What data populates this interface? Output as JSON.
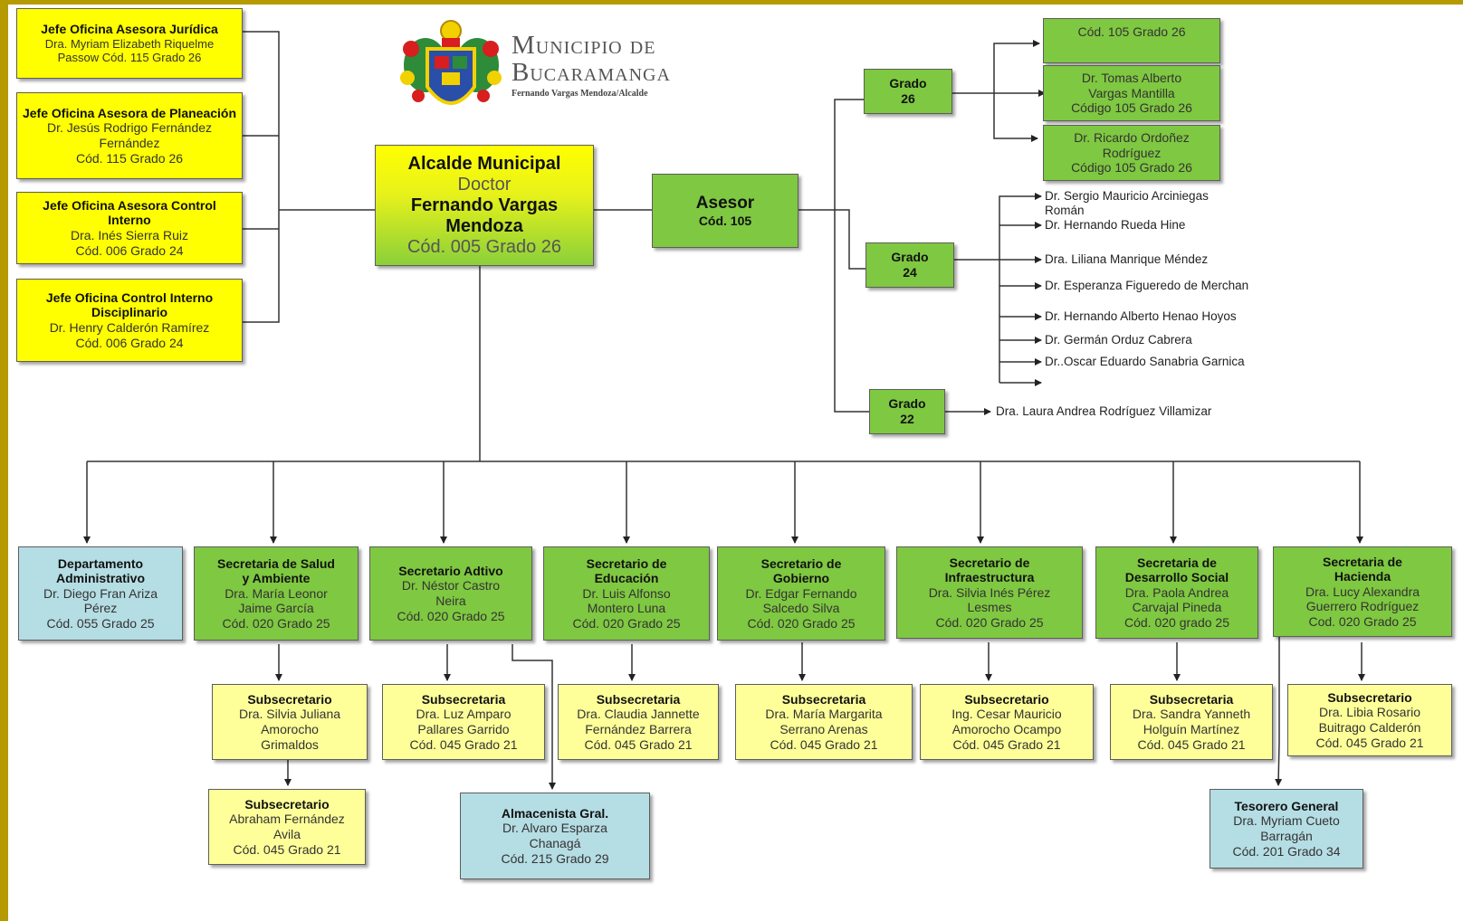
{
  "logo": {
    "title_line1": "Municipio de",
    "title_line2": "Bucaramanga",
    "subtitle": "Fernando Vargas Mendoza/Alcalde",
    "colors": {
      "shield_red": "#d81e1e",
      "shield_blue": "#2a4fa8",
      "shield_yellow": "#f2d100",
      "shield_green": "#2e8b3a"
    }
  },
  "colors": {
    "frame": "#b59a00",
    "yellow": "#ffff00",
    "green": "#7fc841",
    "light_yellow": "#ffff99",
    "light_blue": "#b5dde4"
  },
  "left_offices": [
    {
      "title": "Jefe Oficina Asesora Jurídica",
      "lines": [
        "Dra. Myriam Elizabeth Riquelme",
        "Passow Cód. 115 Grado 26"
      ]
    },
    {
      "title": "Jefe Oficina Asesora de Planeación",
      "lines": [
        "Dr. Jesús Rodrigo Fernández",
        "Fernández",
        "Cód. 115 Grado 26"
      ]
    },
    {
      "title": "Jefe Oficina Asesora Control Interno",
      "lines": [
        "Dra. Inés Sierra Ruiz",
        "Cód. 006 Grado 24"
      ]
    },
    {
      "title": "Jefe Oficina Control Interno Disciplinario",
      "lines": [
        "Dr. Henry Calderón Ramírez",
        "Cód. 006 Grado 24"
      ]
    }
  ],
  "mayor": {
    "title": "Alcalde Municipal",
    "line1": "Doctor",
    "line2": "Fernando Vargas",
    "line3": "Mendoza",
    "line4": "Cód. 005 Grado 26"
  },
  "asesor": {
    "title": "Asesor",
    "code": "Cód. 105"
  },
  "grades": {
    "g26": {
      "title": "Grado",
      "num": "26"
    },
    "g24": {
      "title": "Grado",
      "num": "24"
    },
    "g22": {
      "title": "Grado",
      "num": "22"
    }
  },
  "grade26_boxes": [
    {
      "lines": [
        "Cód. 105 Grado 26"
      ]
    },
    {
      "lines": [
        "Dr. Tomas Alberto",
        "Vargas Mantilla",
        "Código 105 Grado 26"
      ]
    },
    {
      "lines": [
        "Dr. Ricardo Ordoñez",
        "Rodríguez",
        "Código 105 Grado 26"
      ]
    }
  ],
  "grade24_names": [
    "Dr. Sergio Mauricio Arciniegas",
    "Román",
    "Dr. Hernando Rueda Hine",
    "Dra. Liliana Manrique Méndez",
    "Dr. Esperanza Figueredo de Merchan",
    "Dr. Hernando Alberto Henao Hoyos",
    "Dr. Germán Orduz Cabrera",
    "Dr..Oscar Eduardo Sanabria Garnica"
  ],
  "grade22_name": "Dra. Laura Andrea Rodríguez Villamizar",
  "secretariats": [
    {
      "title1": "Departamento",
      "title2": "Administrativo",
      "lines": [
        "Dr. Diego Fran Ariza",
        "Pérez",
        "Cód. 055 Grado 25"
      ]
    },
    {
      "title1": "Secretaria de Salud",
      "title2": "y Ambiente",
      "lines": [
        "Dra. María Leonor",
        "Jaime García",
        "Cód. 020 Grado 25"
      ]
    },
    {
      "title1": "Secretario Adtivo",
      "title2": "",
      "lines": [
        "Dr. Néstor Castro",
        "Neira",
        "Cód. 020 Grado 25"
      ]
    },
    {
      "title1": "Secretario de",
      "title2": "Educación",
      "lines": [
        "Dr. Luis Alfonso",
        "Montero Luna",
        "Cód. 020 Grado 25"
      ]
    },
    {
      "title1": "Secretario de",
      "title2": "Gobierno",
      "lines": [
        "Dr. Edgar Fernando",
        "Salcedo Silva",
        "Cód. 020 Grado 25"
      ]
    },
    {
      "title1": "Secretario de",
      "title2": "Infraestructura",
      "lines": [
        "Dra. Silvia Inés Pérez",
        "Lesmes",
        "Cód. 020 Grado 25"
      ]
    },
    {
      "title1": "Secretaria de",
      "title2": "Desarrollo Social",
      "lines": [
        "Dra. Paola Andrea",
        "Carvajal Pineda",
        "Cód. 020 grado 25"
      ]
    },
    {
      "title1": "Secretaria de",
      "title2": "Hacienda",
      "lines": [
        "Dra. Lucy Alexandra",
        "Guerrero Rodríguez",
        "Cod. 020 Grado 25"
      ]
    }
  ],
  "subsecretaries": [
    {
      "title": "Subsecretario",
      "lines": [
        "Dra. Silvia Juliana",
        "Amorocho",
        "Grimaldos"
      ]
    },
    {
      "title": "Subsecretaria",
      "lines": [
        "Dra. Luz Amparo",
        "Pallares Garrido",
        "Cód. 045 Grado 21"
      ]
    },
    {
      "title": "Subsecretaria",
      "lines": [
        "Dra. Claudia Jannette",
        "Fernández Barrera",
        "Cód. 045 Grado 21"
      ]
    },
    {
      "title": "Subsecretaria",
      "lines": [
        "Dra. María Margarita",
        "Serrano Arenas",
        "Cód. 045 Grado 21"
      ]
    },
    {
      "title": "Subsecretario",
      "lines": [
        "Ing. Cesar Mauricio",
        "Amorocho Ocampo",
        "Cód. 045 Grado 21"
      ]
    },
    {
      "title": "Subsecretaria",
      "lines": [
        "Dra. Sandra Yanneth",
        "Holguín Martínez",
        "Cód. 045 Grado 21"
      ]
    },
    {
      "title": "Subsecretario",
      "lines": [
        "Dra. Libia Rosario",
        "Buitrago Calderón",
        "Cód. 045 Grado 21"
      ]
    }
  ],
  "subsecretary2": {
    "title": "Subsecretario",
    "lines": [
      "Abraham Fernández",
      "Avila",
      "Cód. 045 Grado 21"
    ]
  },
  "almacenista": {
    "title": "Almacenista Gral.",
    "lines": [
      "Dr. Alvaro Esparza",
      "Chanagá",
      "Cód. 215 Grado 29"
    ]
  },
  "tesorero": {
    "title": "Tesorero General",
    "lines": [
      "Dra. Myriam Cueto",
      "Barragán",
      "Cód. 201 Grado 34"
    ]
  }
}
